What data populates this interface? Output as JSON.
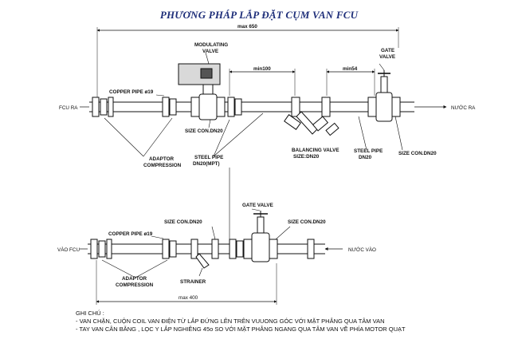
{
  "title": "PHƯƠNG PHÁP LẮP ĐẶT CỤM VAN FCU",
  "top_assembly": {
    "dim_total": "max 650",
    "dim_min100": "min100",
    "dim_min54": "min54",
    "modulating_valve": [
      "MODULATING",
      "VALVE"
    ],
    "gate_valve": [
      "GATE",
      "VALVE"
    ],
    "copper_pipe": "COPPER PIPE ø19",
    "fcu_out": "FCU RA",
    "water_out": "NƯỚC RA",
    "size_con_1": "SIZE CON.DN20",
    "size_con_2": "SIZE CON.DN20",
    "adaptor": [
      "ADAPTOR",
      "COMPRESSION"
    ],
    "steel_pipe_mpt": [
      "STEEL PIPE",
      "DN20(MPT)"
    ],
    "balancing_valve": [
      "BALANCING VALVE",
      "SIZE:DN20"
    ],
    "steel_pipe": [
      "STEEL PIPE",
      "DN20"
    ]
  },
  "bottom_assembly": {
    "gate_valve": "GATE VALVE",
    "size_con_1": "SIZE CON.DN20",
    "size_con_2": "SIZE CON.DN20",
    "copper_pipe": "COPPER PIPE ø19",
    "fcu_in": "VÀO FCU",
    "water_in": "NƯỚC VÀO",
    "adaptor": [
      "ADAPTOR",
      "COMPRESSION"
    ],
    "strainer": "STRAINER",
    "dim_total": "max 400"
  },
  "notes": {
    "heading": "GHI CHÚ :",
    "lines": [
      "- VAN CHẶN, CUỘN COIL VAN ĐIỆN TỪ LẮP ĐỨNG LÊN TRÊN VUUONG GÓC VỚI MẶT PHẲNG QUA TÂM VAN",
      "- TAY VAN CÂN BẰNG , LỌC Y LẮP NGHIÊNG 45o SO VỚI MẶT PHẲNG NGANG QUA TÂM VAN VỀ PHÍA MOTOR QUẠT"
    ]
  }
}
